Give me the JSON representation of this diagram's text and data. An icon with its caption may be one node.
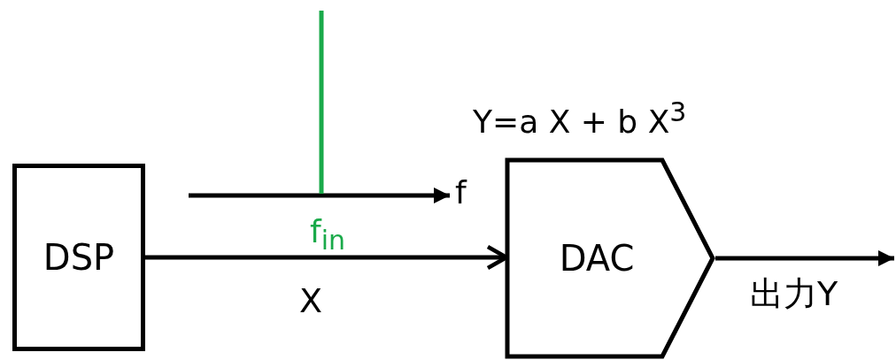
{
  "diagram": {
    "nodes": [
      {
        "text": [
          "DSP"
        ]
      },
      {
        "text": [
          "DAC"
        ],
        "beside": [
          "Y=a X + b X$^{3}$"
        ]
      }
    ],
    "edges": [
      {
        "from": 0,
        "to": 1,
        "arrow": "to",
        "label": "X"
      },
      {
        "from": 1,
        "to": null,
        "arrow": "to",
        "label": "出力Y"
      }
    ],
    "labels": [
      "f",
      "f$_{in}$"
    ]
  }
}
